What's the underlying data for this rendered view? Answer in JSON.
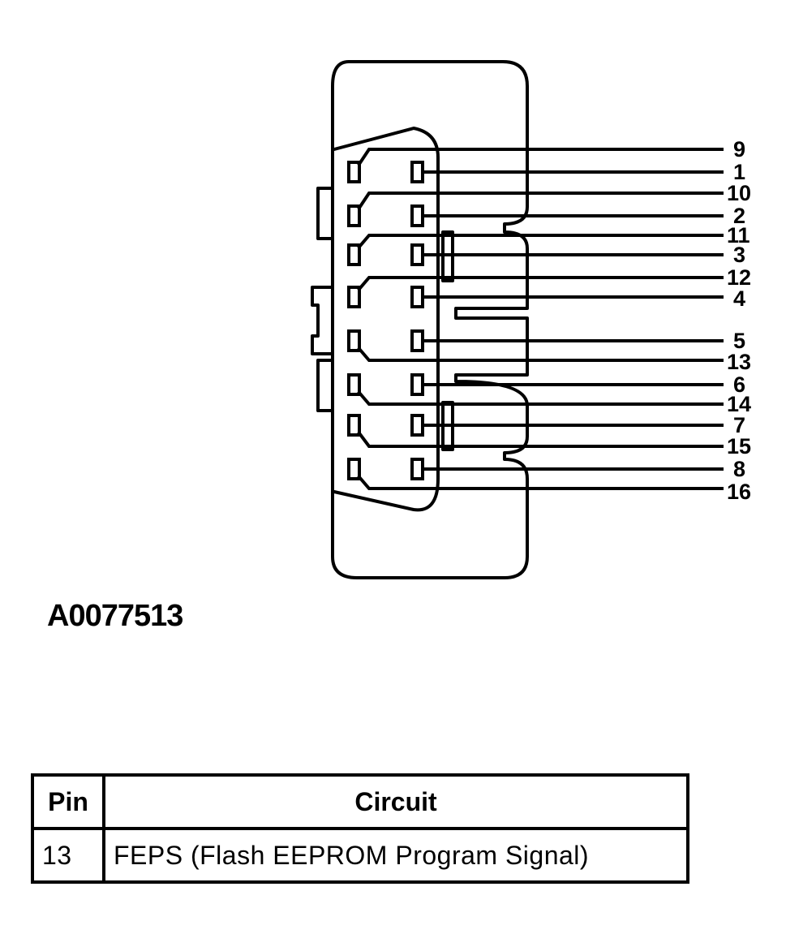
{
  "diagram": {
    "pin_labels": [
      "9",
      "1",
      "10",
      "2",
      "11",
      "3",
      "12",
      "4",
      "5",
      "13",
      "6",
      "14",
      "7",
      "15",
      "8",
      "16"
    ]
  },
  "figure_id": "A0077513",
  "table": {
    "headers": {
      "pin": "Pin",
      "circuit": "Circuit"
    },
    "rows": [
      {
        "pin": "13",
        "circuit": "FEPS (Flash EEPROM Program Signal)"
      }
    ]
  }
}
